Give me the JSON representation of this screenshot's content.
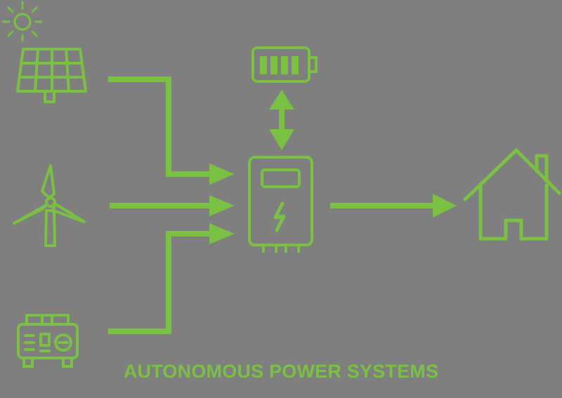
{
  "title": "AUTONOMOUS POWER SYSTEMS",
  "colors": {
    "accent": "#7ac143",
    "background": "#7f7f7f"
  },
  "nodes": [
    {
      "id": "sun",
      "icon": "sun-icon"
    },
    {
      "id": "solar-panel",
      "icon": "solar-panel-icon"
    },
    {
      "id": "wind-turbine",
      "icon": "wind-turbine-icon"
    },
    {
      "id": "generator",
      "icon": "generator-icon"
    },
    {
      "id": "battery",
      "icon": "battery-icon"
    },
    {
      "id": "inverter",
      "icon": "inverter-icon"
    },
    {
      "id": "house",
      "icon": "house-icon"
    }
  ],
  "edges": [
    {
      "from": "solar-panel",
      "to": "inverter"
    },
    {
      "from": "wind-turbine",
      "to": "inverter"
    },
    {
      "from": "generator",
      "to": "inverter"
    },
    {
      "from": "battery",
      "to": "inverter",
      "bidirectional": true
    },
    {
      "from": "inverter",
      "to": "house"
    }
  ]
}
